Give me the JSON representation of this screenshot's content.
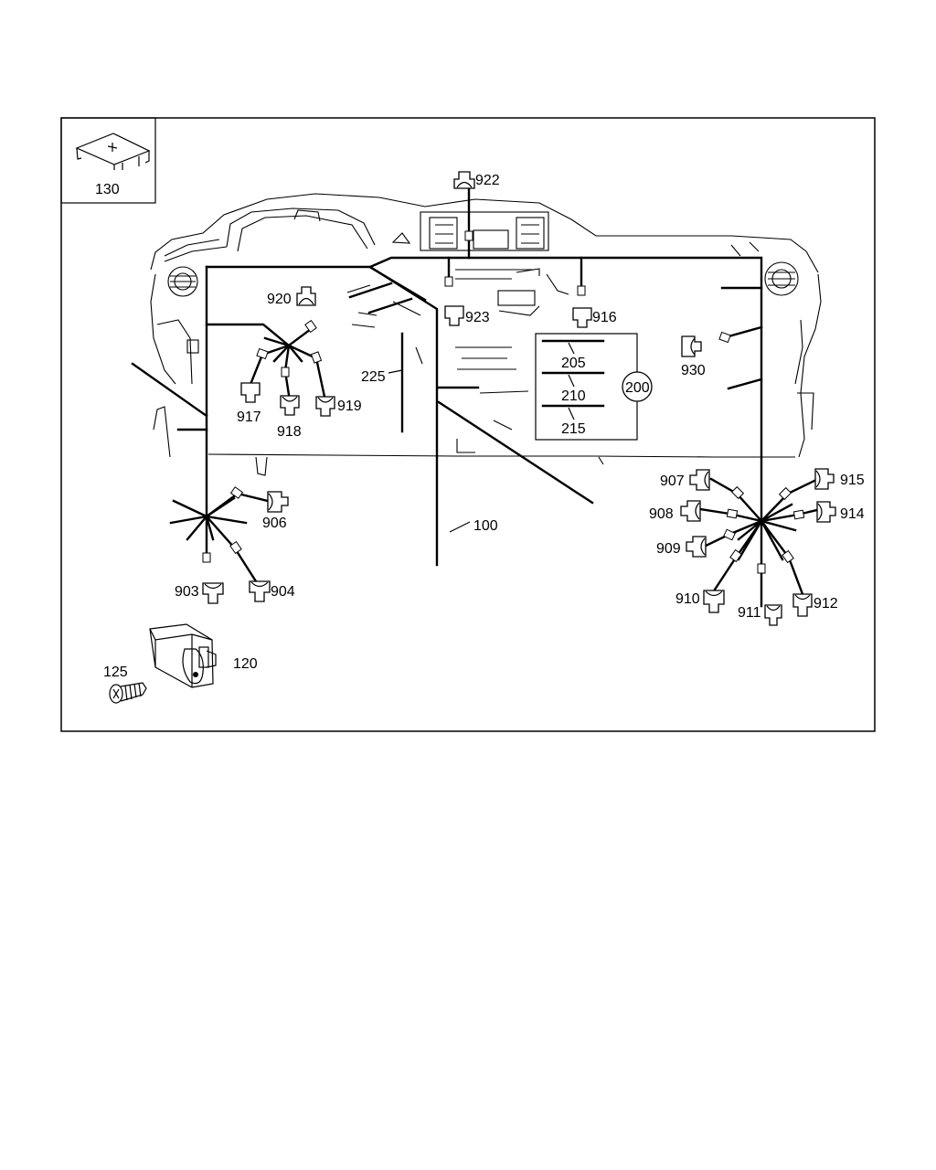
{
  "labels": {
    "p100": "100",
    "p120": "120",
    "p125": "125",
    "p130": "130",
    "p200": "200",
    "p205": "205",
    "p210": "210",
    "p215": "215",
    "p225": "225",
    "p903": "903",
    "p904": "904",
    "p906": "906",
    "p907": "907",
    "p908": "908",
    "p909": "909",
    "p910": "910",
    "p911": "911",
    "p912": "912",
    "p914": "914",
    "p915": "915",
    "p916": "916",
    "p917": "917",
    "p918": "918",
    "p919": "919",
    "p920": "920",
    "p922": "922",
    "p923": "923",
    "p930": "930"
  }
}
